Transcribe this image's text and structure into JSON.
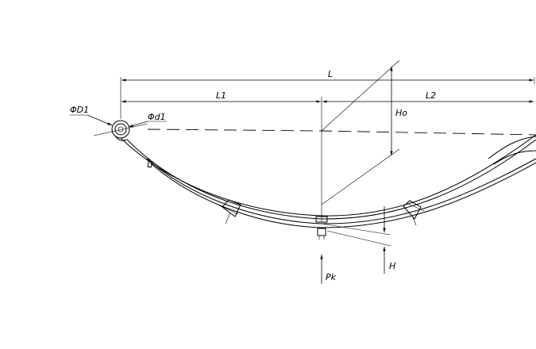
{
  "labels": {
    "overall_length": "L",
    "left_length": "L1",
    "right_length": "L2",
    "camber": "Ho",
    "eye_outer_diameter": "ΦD1",
    "eye_inner_diameter": "Φd1",
    "arc_height": "H",
    "load": "Pk"
  }
}
